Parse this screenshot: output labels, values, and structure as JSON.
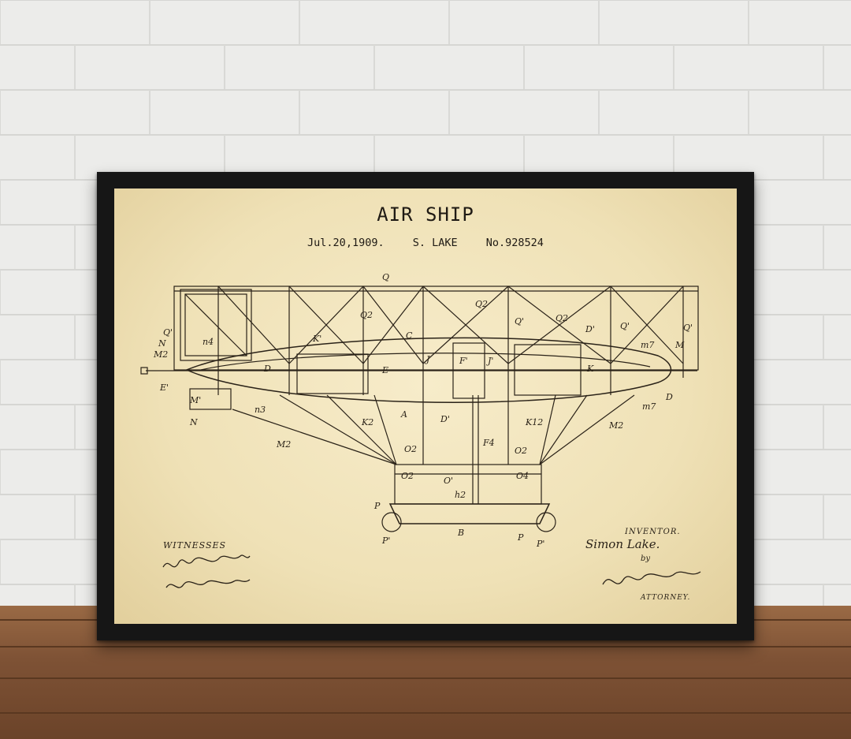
{
  "poster": {
    "title": "AIR SHIP",
    "date": "Jul.20,1909.",
    "inventor_short": "S. LAKE",
    "patent_no": "No.928524",
    "witnesses_label": "WITNESSES",
    "inventor_label": "INVENTOR.",
    "inventor_name": "Simon Lake.",
    "by_label": "by",
    "attorney_label": "ATTORNEY."
  },
  "drawing_labels": [
    "Q",
    "Q'",
    "Q2",
    "C",
    "Q2",
    "Q'",
    "Q2",
    "D'",
    "Q'",
    "Q'",
    "M",
    "m7",
    "N",
    "M2",
    "n4",
    "K'",
    "D",
    "E",
    "J",
    "F'",
    "J'",
    "K",
    "E'",
    "M'",
    "N",
    "n3",
    "A",
    "D'",
    "K2",
    "K12",
    "M2",
    "m7",
    "D",
    "M2",
    "O2",
    "F4",
    "O2",
    "O2",
    "O'",
    "O4",
    "h2",
    "P",
    "P'",
    "B",
    "P",
    "P'"
  ],
  "colors": {
    "ink": "#2a2218",
    "paper": "#f2e6c0",
    "frame": "#161616",
    "wall": "#ececea",
    "floor": "#7e5235"
  }
}
